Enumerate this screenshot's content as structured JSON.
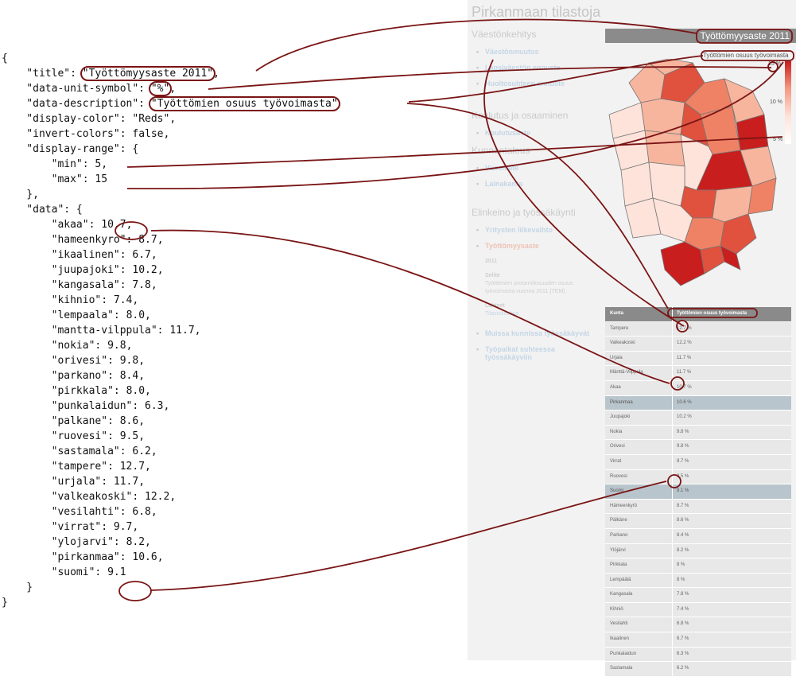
{
  "json": {
    "title": "Työttömyysaste 2011",
    "unit": "%",
    "description": "Työttömien osuus työvoimasta",
    "display_color": "Reds",
    "invert_colors": "false",
    "range_min": "5",
    "range_max": "15",
    "data": [
      {
        "key": "akaa",
        "value": "10.7"
      },
      {
        "key": "hameenkyro",
        "value": "8.7"
      },
      {
        "key": "ikaalinen",
        "value": "6.7"
      },
      {
        "key": "juupajoki",
        "value": "10.2"
      },
      {
        "key": "kangasala",
        "value": "7.8"
      },
      {
        "key": "kihnio",
        "value": "7.4"
      },
      {
        "key": "lempaala",
        "value": "8.0"
      },
      {
        "key": "mantta-vilppula",
        "value": "11.7"
      },
      {
        "key": "nokia",
        "value": "9.8"
      },
      {
        "key": "orivesi",
        "value": "9.8"
      },
      {
        "key": "parkano",
        "value": "8.4"
      },
      {
        "key": "pirkkala",
        "value": "8.0"
      },
      {
        "key": "punkalaidun",
        "value": "6.3"
      },
      {
        "key": "palkane",
        "value": "8.6"
      },
      {
        "key": "ruovesi",
        "value": "9.5"
      },
      {
        "key": "sastamala",
        "value": "6.2"
      },
      {
        "key": "tampere",
        "value": "12.7"
      },
      {
        "key": "urjala",
        "value": "11.7"
      },
      {
        "key": "valkeakoski",
        "value": "12.2"
      },
      {
        "key": "vesilahti",
        "value": "6.8"
      },
      {
        "key": "virrat",
        "value": "9.7"
      },
      {
        "key": "ylojarvi",
        "value": "8.2"
      },
      {
        "key": "pirkanmaa",
        "value": "10.6"
      },
      {
        "key": "suomi",
        "value": "9.1"
      }
    ]
  },
  "site": {
    "title": "Pirkanmaan tilastoja",
    "sections": [
      {
        "heading": "Väestönkehitys",
        "links": [
          "Väestönmuutos",
          "Lapsiväestön ennuste",
          "Huoltosuhteen ennuste"
        ]
      },
      {
        "heading": "Koulutus ja osaaminen",
        "links": [
          "Koulutusaste"
        ]
      },
      {
        "heading": "Kunnantalous",
        "links": [
          "Vuosikate",
          "Lainakanta"
        ]
      },
      {
        "heading": "Elinkeino ja työssäkäynti",
        "links": [
          "Yritysten liikevaihto",
          "Työttömyysaste"
        ]
      }
    ],
    "active_year": "2011",
    "selite_heading": "Selite",
    "selite_text": "Työttömien prosenttiosuuden osuus työvoimasta vuonna 2011 (TEM).",
    "lahteet_heading": "Lähteet",
    "lahteet_text": "Tilastokeskus",
    "extra_links": [
      "Muissa kunnissa työssäkäyvät",
      "Työpaikat suhteessa työssäkäyviin"
    ]
  },
  "map": {
    "title": "Työttömyysaste 2011",
    "legend_desc": "Työttömien osuus työvoimasta",
    "legend_max": "15 %",
    "legend_mid": "10 %",
    "legend_min": "5 %",
    "scale_colors": [
      "#fde3da",
      "#f7b59e",
      "#ef8265",
      "#e0513e",
      "#c81e1e"
    ]
  },
  "table": {
    "col1": "Kunta",
    "col2": "Työttömien osuus työvoimasta",
    "rows": [
      {
        "name": "Tampere",
        "value": "12.7 %",
        "highlight": false
      },
      {
        "name": "Valkeakoski",
        "value": "12.2 %",
        "highlight": false
      },
      {
        "name": "Urjala",
        "value": "11.7 %",
        "highlight": false
      },
      {
        "name": "Mänttä-Vilppula",
        "value": "11.7 %",
        "highlight": false
      },
      {
        "name": "Akaa",
        "value": "10.7 %",
        "highlight": false
      },
      {
        "name": "Pirkanmaa",
        "value": "10.6 %",
        "highlight": true
      },
      {
        "name": "Juupajoki",
        "value": "10.2 %",
        "highlight": false
      },
      {
        "name": "Nokia",
        "value": "9.8 %",
        "highlight": false
      },
      {
        "name": "Orivesi",
        "value": "9.8 %",
        "highlight": false
      },
      {
        "name": "Virrat",
        "value": "9.7 %",
        "highlight": false
      },
      {
        "name": "Ruovesi",
        "value": "9.5 %",
        "highlight": false
      },
      {
        "name": "Suomi",
        "value": "9.1 %",
        "highlight": true
      },
      {
        "name": "Hämeenkyrö",
        "value": "8.7 %",
        "highlight": false
      },
      {
        "name": "Pälkäne",
        "value": "8.6 %",
        "highlight": false
      },
      {
        "name": "Parkano",
        "value": "8.4 %",
        "highlight": false
      },
      {
        "name": "Ylöjärvi",
        "value": "8.2 %",
        "highlight": false
      },
      {
        "name": "Pirkkala",
        "value": "8 %",
        "highlight": false
      },
      {
        "name": "Lempäälä",
        "value": "8 %",
        "highlight": false
      },
      {
        "name": "Kangasala",
        "value": "7.8 %",
        "highlight": false
      },
      {
        "name": "Kihniö",
        "value": "7.4 %",
        "highlight": false
      },
      {
        "name": "Vesilahti",
        "value": "6.8 %",
        "highlight": false
      },
      {
        "name": "Ikaalinen",
        "value": "6.7 %",
        "highlight": false
      },
      {
        "name": "Punkalaidun",
        "value": "6.3 %",
        "highlight": false
      },
      {
        "name": "Sastamala",
        "value": "6.2 %",
        "highlight": false
      }
    ]
  },
  "annotation_color": "#7a1414"
}
